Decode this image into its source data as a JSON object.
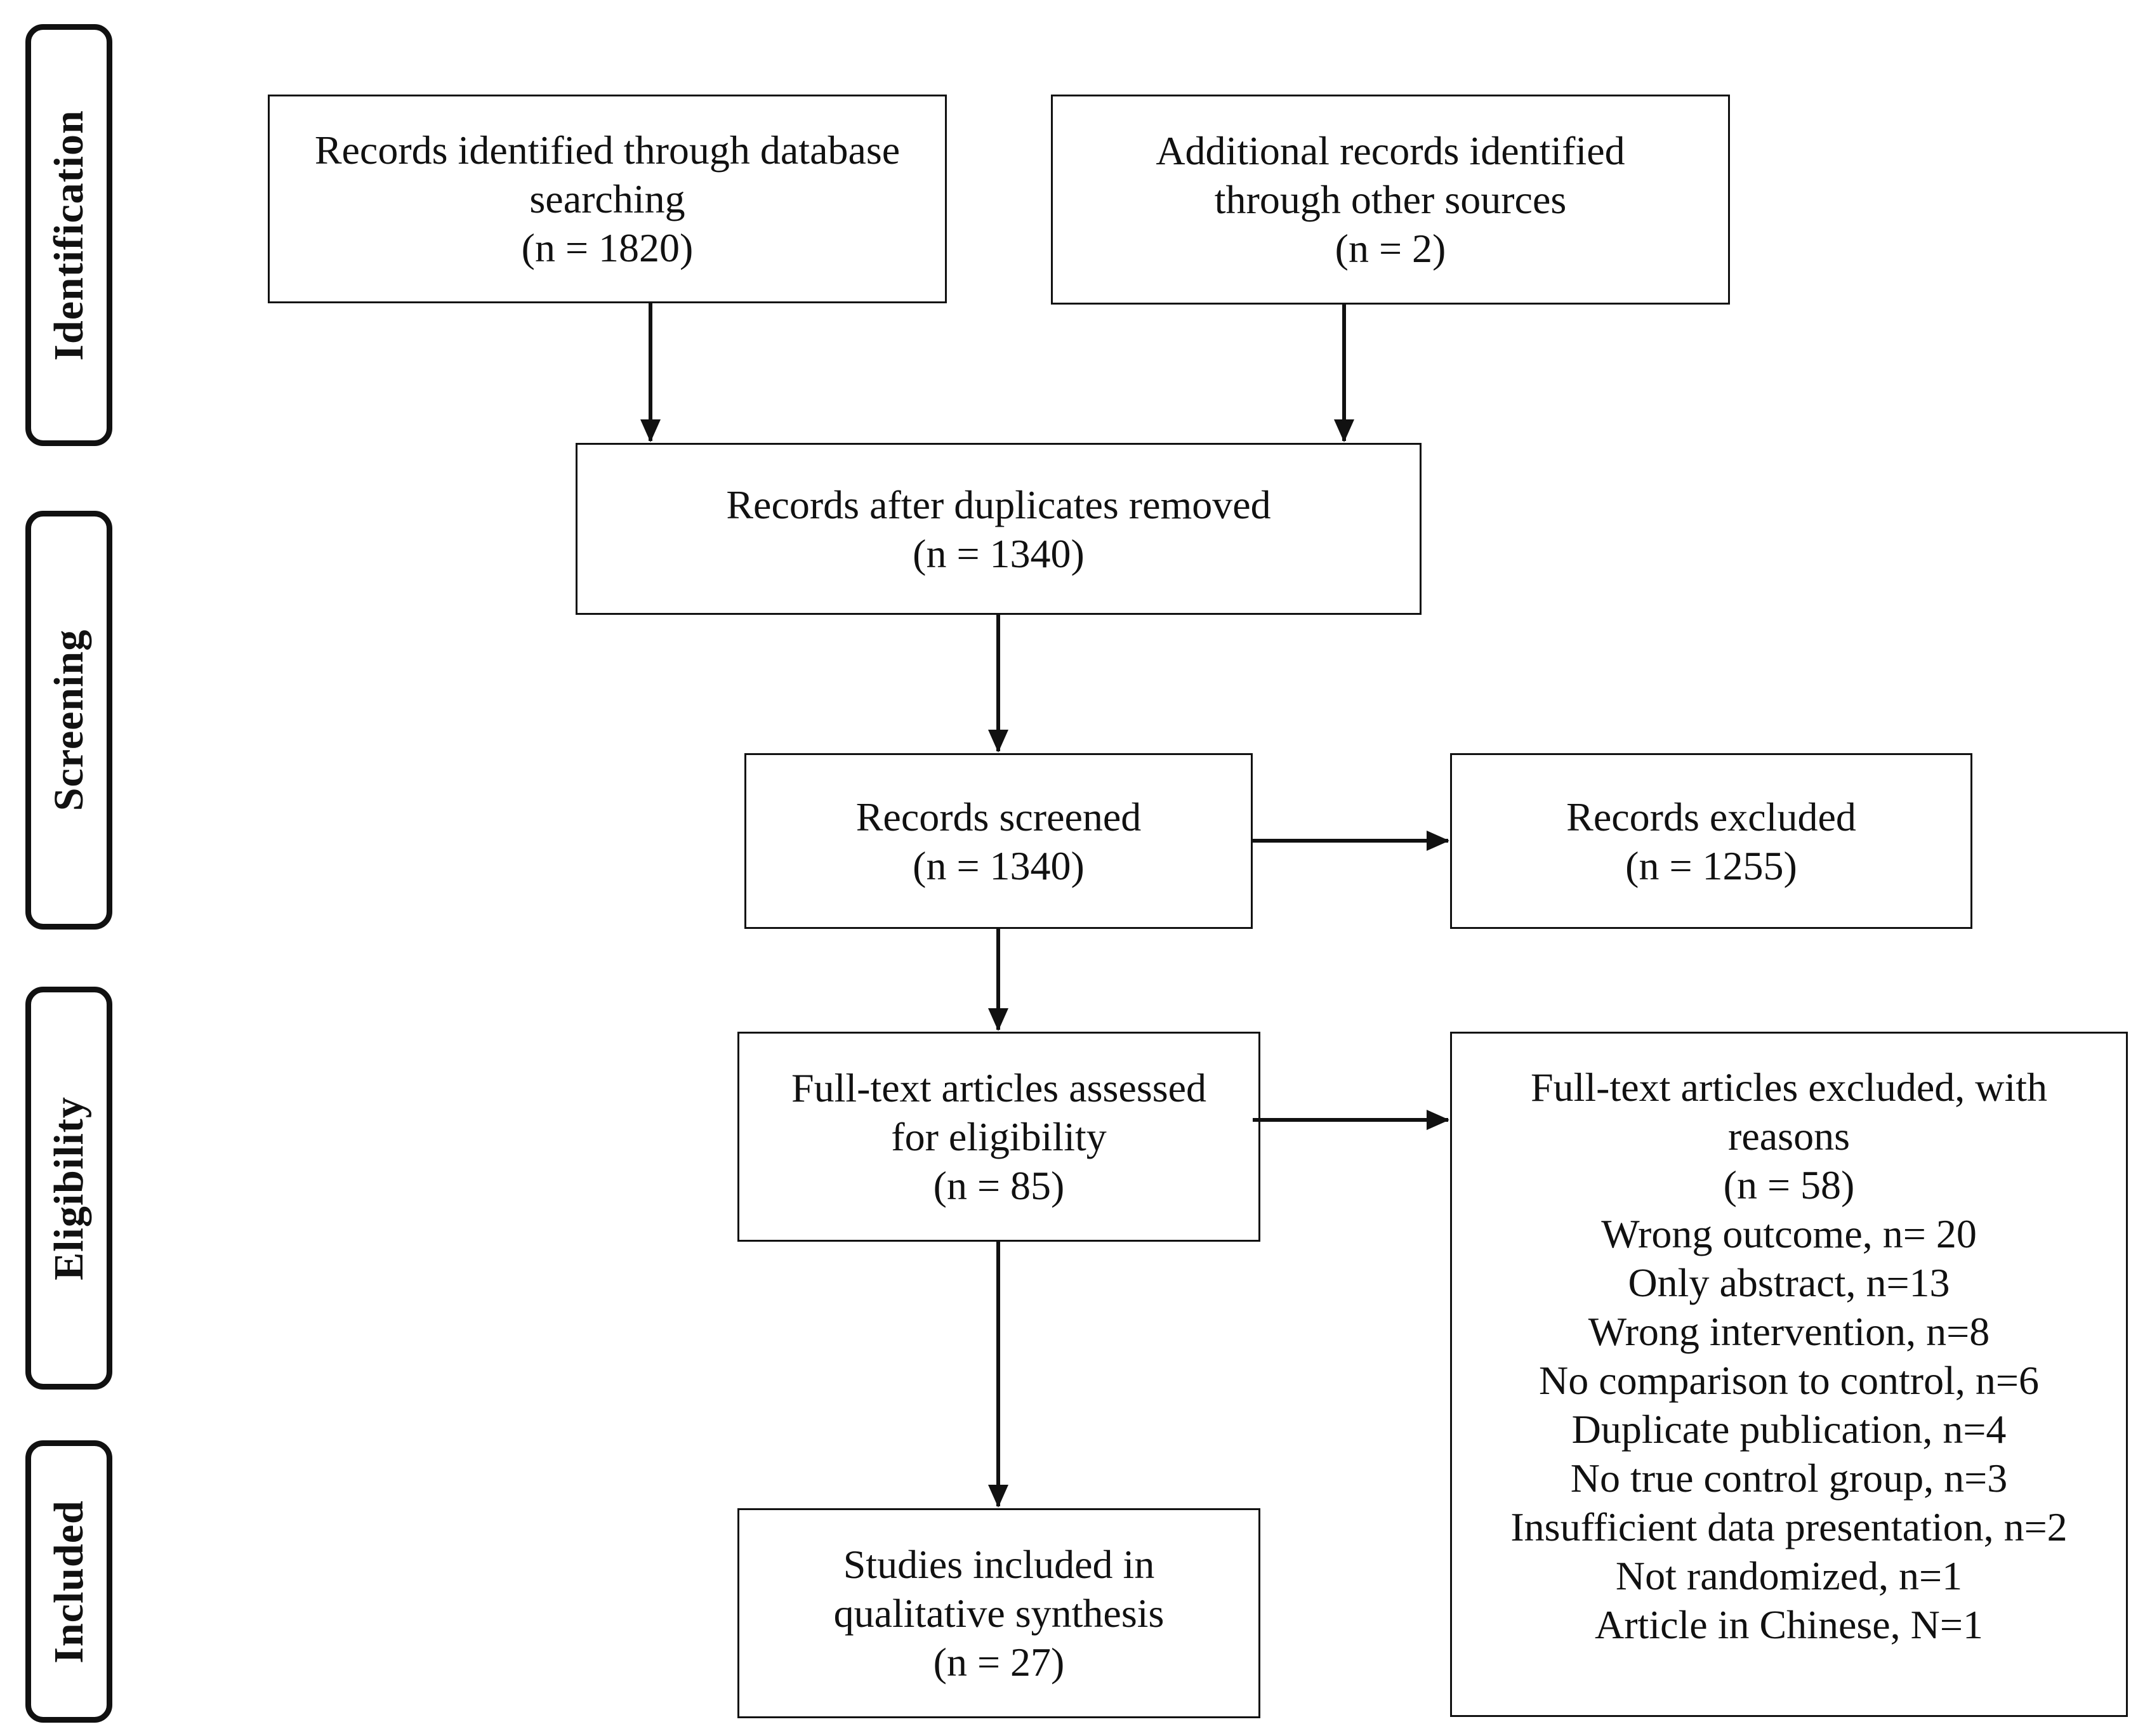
{
  "stages": {
    "identification": "Identification",
    "screening": "Screening",
    "eligibility": "Eligibility",
    "included": "Included"
  },
  "boxes": {
    "database": {
      "lines": [
        "Records identified through database",
        "searching",
        "(n = 1820)"
      ]
    },
    "other": {
      "lines": [
        "Additional records identified",
        "through other sources",
        "(n = 2)"
      ]
    },
    "dedup": {
      "lines": [
        "Records after duplicates removed",
        "(n = 1340)"
      ]
    },
    "screened": {
      "lines": [
        "Records screened",
        "(n = 1340)"
      ]
    },
    "excluded": {
      "lines": [
        "Records excluded",
        "(n = 1255)"
      ]
    },
    "fulltext": {
      "lines": [
        "Full-text articles assessed",
        "for eligibility",
        "(n = 85)"
      ]
    },
    "fulltext_excluded": {
      "lines": [
        "Full-text articles excluded, with",
        "reasons",
        "(n =  58)",
        "Wrong outcome, n= 20",
        "Only abstract, n=13",
        "Wrong intervention, n=8",
        "No comparison to control, n=6",
        "Duplicate publication, n=4",
        "No true control group, n=3",
        "Insufficient data presentation, n=2",
        "Not randomized, n=1",
        "Article in Chinese, N=1"
      ]
    },
    "included": {
      "lines": [
        "Studies included in",
        "qualitative synthesis",
        "(n = 27)"
      ]
    }
  }
}
